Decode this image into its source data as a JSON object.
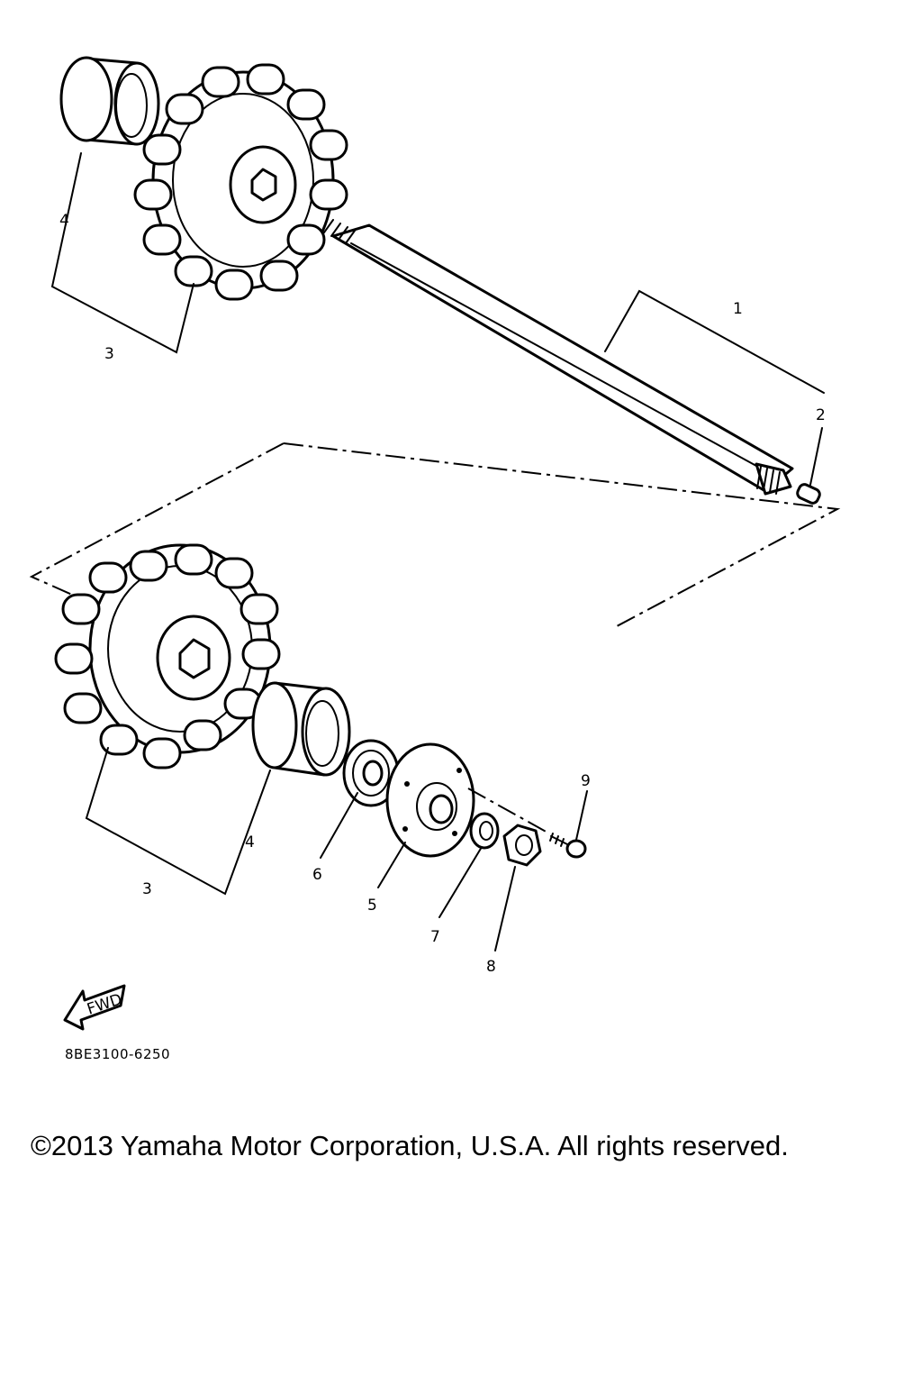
{
  "diagram": {
    "callouts": {
      "c1": "1",
      "c2": "2",
      "c3_top": "3",
      "c4_top": "4",
      "c3_bottom": "3",
      "c4_bottom": "4",
      "c5": "5",
      "c6": "6",
      "c7": "7",
      "c8": "8",
      "c9": "9"
    },
    "fwd_label": "FWD",
    "part_code": "8BE3100-6250"
  },
  "footer": {
    "copyright": "©2013 Yamaha Motor Corporation, U.S.A. All rights reserved."
  }
}
